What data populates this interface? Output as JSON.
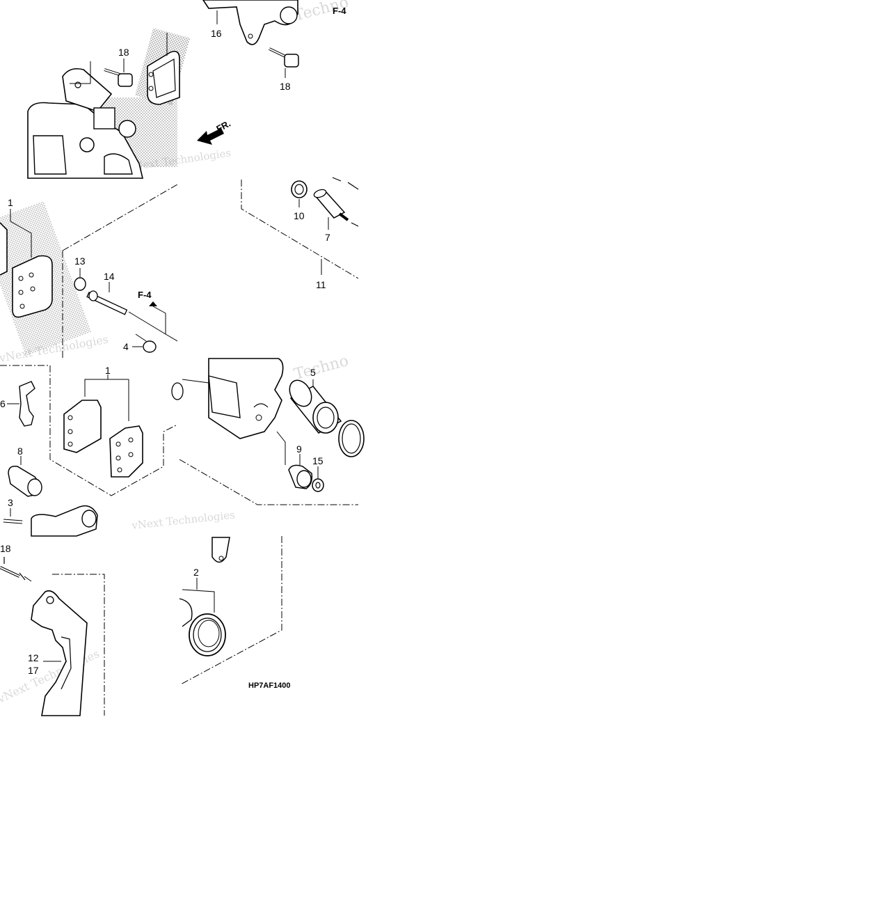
{
  "diagram": {
    "code": "HP7AF1400",
    "front_marker": "FR.",
    "section_refs": [
      "F-4",
      "F-4"
    ],
    "watermarks": [
      "vNext Technologies",
      "Techno"
    ],
    "callouts": [
      "16",
      "18",
      "18",
      "1",
      "10",
      "7",
      "11",
      "13",
      "14",
      "4",
      "1",
      "6",
      "5",
      "8",
      "9",
      "15",
      "3",
      "18",
      "2",
      "12",
      "17"
    ],
    "colors": {
      "line": "#000000",
      "shade": "#9a9a9a",
      "watermark": "#d9d9d9"
    }
  }
}
